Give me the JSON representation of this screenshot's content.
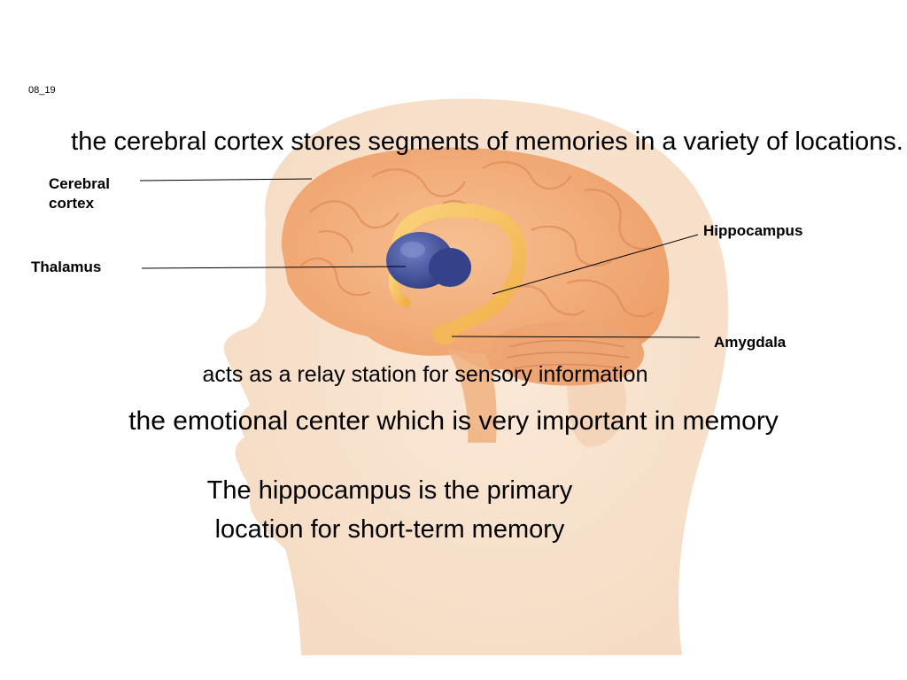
{
  "slide_id": "08_19",
  "statements": {
    "cortex": "the cerebral cortex stores segments of memories in a variety of locations.",
    "relay": "acts as a relay station for sensory information",
    "emotion": "the emotional center which is very important in memory",
    "hippocampus": "The hippocampus is the primary location for short-term memory"
  },
  "labels": {
    "cerebral_cortex": "Cerebral cortex",
    "thalamus": "Thalamus",
    "hippocampus": "Hippocampus",
    "amygdala": "Amygdala"
  },
  "colors": {
    "skin": "#f6dfc8",
    "brain": "#f3b27e",
    "brain_fold": "#e08c55",
    "hippocampus": "#f8c560",
    "thalamus": "#3f4f9a",
    "leader_line": "#000000"
  }
}
